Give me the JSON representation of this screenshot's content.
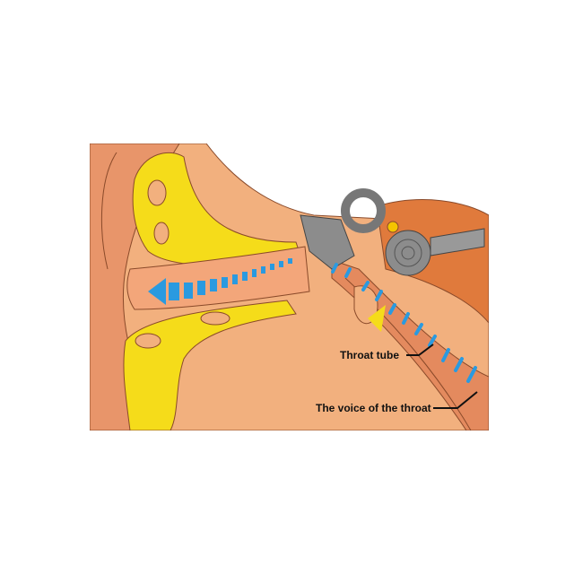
{
  "diagram": {
    "subject": "ear-anatomy",
    "labels": {
      "throat_tube": "Throat tube",
      "voice_of_throat": "The voice of the throat"
    },
    "colors": {
      "skin": "#f2b07e",
      "pinna": "#e8956a",
      "cartilage": "#f5dc1a",
      "canal": "#f3a67a",
      "bone": "#8c8c8c",
      "arrow": "#2a9ae0",
      "tube": "#e48a5e"
    }
  }
}
